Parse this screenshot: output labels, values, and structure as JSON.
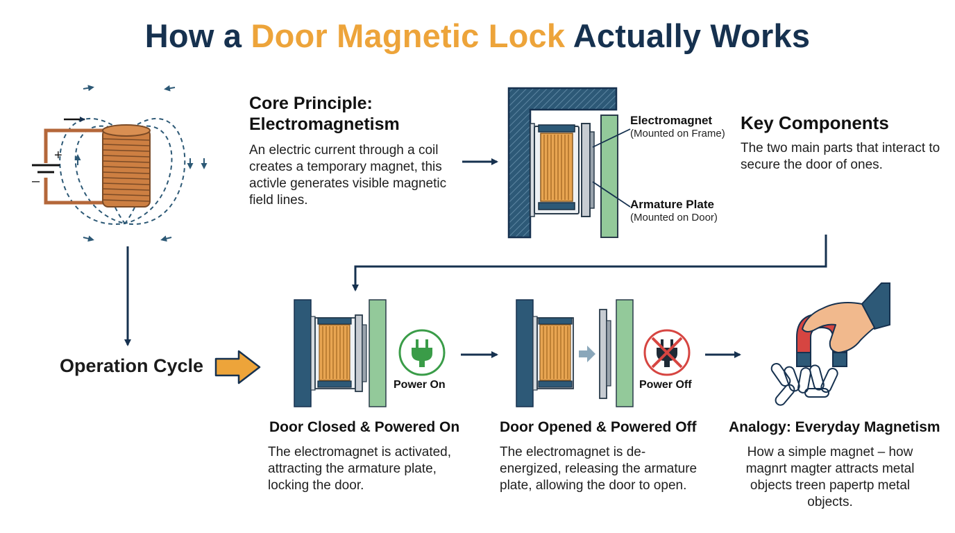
{
  "header": {
    "title_part1": "How a ",
    "title_highlight": "Door Magnetic Lock",
    "title_part2": " Actually Works"
  },
  "core_principle": {
    "title_line1": "Core Principle:",
    "title_line2": "Electromagnetism",
    "body": "An electric current through a coil creates a temporary magnet, this activle generates visible magnetic field lines."
  },
  "components": {
    "electromagnet_name": "Electromagnet",
    "electromagnet_sub": "(Mounted on Frame)",
    "armature_name": "Armature Plate",
    "armature_sub": "(Mounted on Door)",
    "title": "Key Components",
    "body": "The two main parts that interact to secure the door of ones."
  },
  "coil": {
    "plus": "+",
    "minus": "–"
  },
  "operation": {
    "title": "Operation Cycle"
  },
  "steps": [
    {
      "title": "Door Closed & Powered On",
      "body": "The electromagnet is activated, attracting the armature plate, locking the door.",
      "power_label": "Power On"
    },
    {
      "title": "Door Opened & Powered Off",
      "body": "The electromagnet is de-energized, releasing the armature plate, allowing the door to open.",
      "power_label": "Power Off"
    },
    {
      "title": "Analogy: Everyday Magnetism",
      "body": "How a simple magnet – how magnrt magter attracts metal objects treen papertp metal objects."
    }
  ],
  "colors": {
    "navy": "#16314f",
    "accent": "#eda43a",
    "frame_blue": "#2d5977",
    "door_green": "#8fc596",
    "coil_orange": "#e0a149",
    "power_on_green": "#3a9c48",
    "power_off_red": "#d64541"
  },
  "icons": [
    "battery-icon",
    "coil-icon",
    "plug-icon",
    "plug-crossed-icon",
    "horseshoe-magnet-icon",
    "paperclip-icon",
    "arrow-icon"
  ]
}
